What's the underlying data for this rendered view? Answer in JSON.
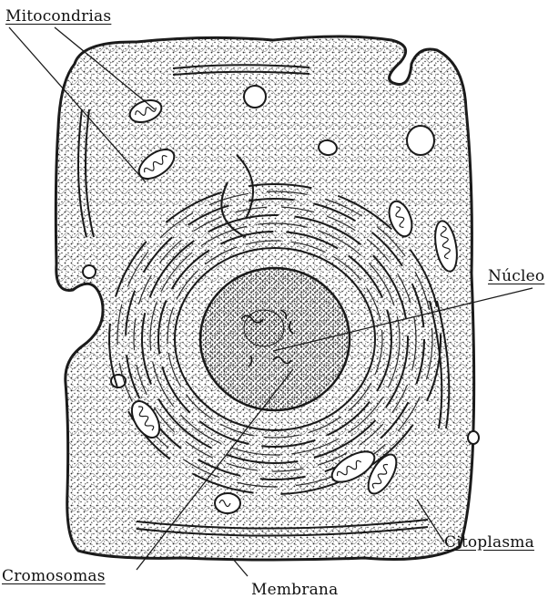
{
  "diagram": {
    "labels": {
      "mitocondrias": "Mitocondrias",
      "nucleo": "Núcleo",
      "citoplasma": "Citoplasma",
      "cromosomas": "Cromosomas",
      "membrana": "Membrana"
    },
    "colors": {
      "ink": "#1a1a1a",
      "stipple": "#2b2b2b",
      "paper": "#ffffff"
    }
  }
}
